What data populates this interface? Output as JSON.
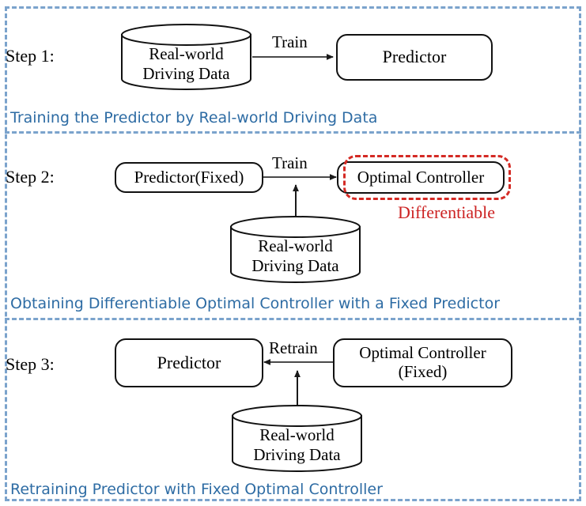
{
  "figure": {
    "title": "Three-step training pipeline diagram",
    "accent_border_color": "#7ba3cc",
    "caption_color": "#2e6ca4",
    "highlight_color": "#d42a24",
    "node_border_color": "#111111"
  },
  "steps": [
    {
      "id": "step1",
      "label": "Step 1:",
      "caption": "Training the Predictor by Real-world Driving Data",
      "nodes": {
        "datastore": {
          "line1": "Real-world",
          "line2": "Driving Data"
        },
        "target": {
          "line1": "Predictor",
          "line2": ""
        }
      },
      "edges": [
        {
          "label": "Train",
          "direction": "right"
        }
      ]
    },
    {
      "id": "step2",
      "label": "Step 2:",
      "caption": "Obtaining Differentiable Optimal Controller with a Fixed Predictor",
      "nodes": {
        "source": {
          "line1": "Predictor(Fixed)",
          "line2": ""
        },
        "target": {
          "line1": "Optimal Controller",
          "line2": ""
        },
        "datastore": {
          "line1": "Real-world",
          "line2": "Driving Data"
        }
      },
      "edges": [
        {
          "label": "Train",
          "direction": "right"
        },
        {
          "label": "",
          "direction": "up"
        }
      ],
      "annotation": "Differentiable"
    },
    {
      "id": "step3",
      "label": "Step 3:",
      "caption": "Retraining Predictor with Fixed Optimal Controller",
      "nodes": {
        "target": {
          "line1": "Predictor",
          "line2": ""
        },
        "source": {
          "line1": "Optimal Controller",
          "line2": "(Fixed)"
        },
        "datastore": {
          "line1": "Real-world",
          "line2": "Driving Data"
        }
      },
      "edges": [
        {
          "label": "Retrain",
          "direction": "left"
        },
        {
          "label": "",
          "direction": "up"
        }
      ]
    }
  ]
}
